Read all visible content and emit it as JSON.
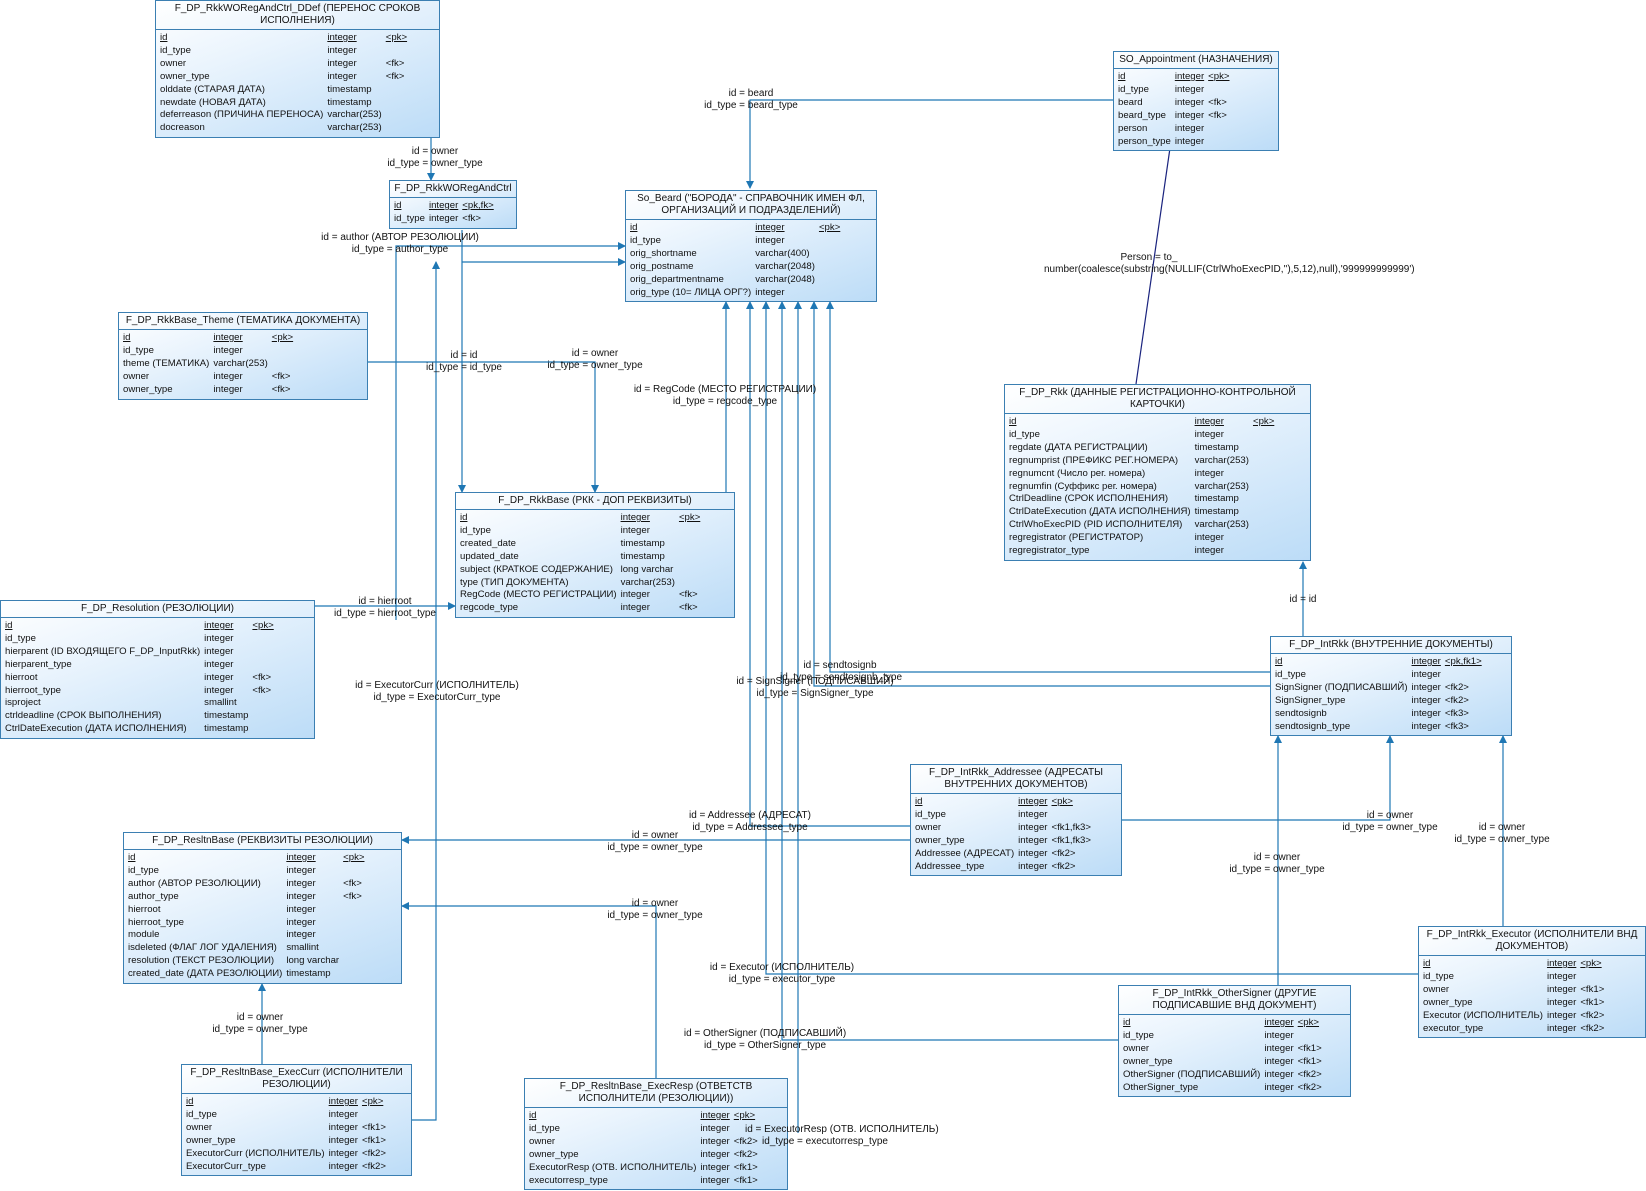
{
  "entities": [
    {
      "id": "ddef",
      "title": "F_DP_RkkWORegAndCtrl_DDef (ПЕРЕНОС СРОКОВ ИСПОЛНЕНИЯ)",
      "columns": [
        [
          "id",
          "integer",
          "<pk>"
        ],
        [
          "id_type",
          "integer",
          ""
        ],
        [
          "owner",
          "integer",
          "<fk>"
        ],
        [
          "owner_type",
          "integer",
          "<fk>"
        ],
        [
          "olddate (СТАРАЯ ДАТА)",
          "timestamp",
          ""
        ],
        [
          "newdate (НОВАЯ ДАТА)",
          "timestamp",
          ""
        ],
        [
          "deferreason (ПРИЧИНА ПЕРЕНОСА)",
          "varchar(253)",
          ""
        ],
        [
          "docreason",
          "varchar(253)",
          ""
        ]
      ]
    },
    {
      "id": "regctrl",
      "title": "F_DP_RkkWORegAndCtrl",
      "columns": [
        [
          "id",
          "integer",
          "<pk,fk>"
        ],
        [
          "id_type",
          "integer",
          "<fk>"
        ]
      ]
    },
    {
      "id": "beard",
      "title": "So_Beard (\"БОРОДА\" - СПРАВОЧНИК ИМЕН ФЛ, ОРГАНИЗАЦИЙ И ПОДРАЗДЕЛЕНИЙ)",
      "columns": [
        [
          "id",
          "integer",
          "<pk>"
        ],
        [
          "id_type",
          "integer",
          ""
        ],
        [
          "orig_shortname",
          "varchar(400)",
          ""
        ],
        [
          "orig_postname",
          "varchar(2048)",
          ""
        ],
        [
          "orig_departmentname",
          "varchar(2048)",
          ""
        ],
        [
          "orig_type (10= ЛИЦА ОРГ?)",
          "integer",
          ""
        ]
      ]
    },
    {
      "id": "appoint",
      "title": "SO_Appointment (НАЗНАЧЕНИЯ)",
      "columns": [
        [
          "id",
          "integer",
          "<pk>"
        ],
        [
          "id_type",
          "integer",
          ""
        ],
        [
          "beard",
          "integer",
          "<fk>"
        ],
        [
          "beard_type",
          "integer",
          "<fk>"
        ],
        [
          "person",
          "integer",
          ""
        ],
        [
          "person_type",
          "integer",
          ""
        ]
      ]
    },
    {
      "id": "theme",
      "title": "F_DP_RkkBase_Theme (ТЕМАТИКА ДОКУМЕНТА)",
      "columns": [
        [
          "id",
          "integer",
          "<pk>"
        ],
        [
          "id_type",
          "integer",
          ""
        ],
        [
          "theme (ТЕМАТИКА)",
          "varchar(253)",
          ""
        ],
        [
          "owner",
          "integer",
          "<fk>"
        ],
        [
          "owner_type",
          "integer",
          "<fk>"
        ]
      ]
    },
    {
      "id": "rkk",
      "title": "F_DP_Rkk (ДАННЫЕ РЕГИСТРАЦИОННО-КОНТРОЛЬНОЙ КАРТОЧКИ)",
      "columns": [
        [
          "id",
          "integer",
          "<pk>"
        ],
        [
          "id_type",
          "integer",
          ""
        ],
        [
          "regdate (ДАТА РЕГИСТРАЦИИ)",
          "timestamp",
          ""
        ],
        [
          "regnumprist (ПРЕФИКС РЕГ.НОМЕРА)",
          "varchar(253)",
          ""
        ],
        [
          "regnumcnt (Число рег. номера)",
          "integer",
          ""
        ],
        [
          "regnumfin (Суффикс рег. номера)",
          "varchar(253)",
          ""
        ],
        [
          "CtrlDeadline (СРОК ИСПОЛНЕНИЯ)",
          "timestamp",
          ""
        ],
        [
          "CtrlDateExecution (ДАТА ИСПОЛНЕНИЯ)",
          "timestamp",
          ""
        ],
        [
          "CtrlWhoExecPID (PID ИСПОЛНИТЕЛЯ)",
          "varchar(253)",
          ""
        ],
        [
          "regregistrator (РЕГИСТРАТОР)",
          "integer",
          ""
        ],
        [
          "regregistrator_type",
          "integer",
          ""
        ]
      ]
    },
    {
      "id": "rkkbase",
      "title": "F_DP_RkkBase (РКК - ДОП РЕКВИЗИТЫ)",
      "columns": [
        [
          "id",
          "integer",
          "<pk>"
        ],
        [
          "id_type",
          "integer",
          ""
        ],
        [
          "created_date",
          "timestamp",
          ""
        ],
        [
          "updated_date",
          "timestamp",
          ""
        ],
        [
          "subject (КРАТКОЕ СОДЕРЖАНИЕ)",
          "long varchar",
          ""
        ],
        [
          "type (ТИП ДОКУМЕНТА)",
          "varchar(253)",
          ""
        ],
        [
          "RegCode (МЕСТО РЕГИСТРАЦИИ)",
          "integer",
          "<fk>"
        ],
        [
          "regcode_type",
          "integer",
          "<fk>"
        ]
      ]
    },
    {
      "id": "resolution",
      "title": "F_DP_Resolution (РЕЗОЛЮЦИИ)",
      "columns": [
        [
          "id",
          "integer",
          "<pk>"
        ],
        [
          "id_type",
          "integer",
          ""
        ],
        [
          "hierparent (ID ВХОДЯЩЕГО F_DP_InputRkk)",
          "integer",
          ""
        ],
        [
          "hierparent_type",
          "integer",
          ""
        ],
        [
          "hierroot",
          "integer",
          "<fk>"
        ],
        [
          "hierroot_type",
          "integer",
          "<fk>"
        ],
        [
          "isproject",
          "smallint",
          ""
        ],
        [
          "ctrldeadline (СРОК ВЫПОЛНЕНИЯ)",
          "timestamp",
          ""
        ],
        [
          "CtrlDateExecution (ДАТА ИСПОЛНЕНИЯ)",
          "timestamp",
          ""
        ]
      ]
    },
    {
      "id": "intrkk",
      "title": "F_DP_IntRkk (ВНУТРЕННИЕ ДОКУМЕНТЫ)",
      "columns": [
        [
          "id",
          "integer",
          "<pk,fk1>"
        ],
        [
          "id_type",
          "integer",
          ""
        ],
        [
          "SignSigner (ПОДПИСАВШИЙ)",
          "integer",
          "<fk2>"
        ],
        [
          "SignSigner_type",
          "integer",
          "<fk2>"
        ],
        [
          "sendtosignb",
          "integer",
          "<fk3>"
        ],
        [
          "sendtosignb_type",
          "integer",
          "<fk3>"
        ]
      ]
    },
    {
      "id": "addressee",
      "title": "F_DP_IntRkk_Addressee (АДРЕСАТЫ ВНУТРЕННИХ ДОКУМЕНТОВ)",
      "columns": [
        [
          "id",
          "integer",
          "<pk>"
        ],
        [
          "id_type",
          "integer",
          ""
        ],
        [
          "owner",
          "integer",
          "<fk1,fk3>"
        ],
        [
          "owner_type",
          "integer",
          "<fk1,fk3>"
        ],
        [
          "Addressee (АДРЕСАТ)",
          "integer",
          "<fk2>"
        ],
        [
          "Addressee_type",
          "integer",
          "<fk2>"
        ]
      ]
    },
    {
      "id": "reslnbase",
      "title": "F_DP_ResltnBase (РЕКВИЗИТЫ РЕЗОЛЮЦИИ)",
      "columns": [
        [
          "id",
          "integer",
          "<pk>"
        ],
        [
          "id_type",
          "integer",
          ""
        ],
        [
          "author (АВТОР РЕЗОЛЮЦИИ)",
          "integer",
          "<fk>"
        ],
        [
          "author_type",
          "integer",
          "<fk>"
        ],
        [
          "hierroot",
          "integer",
          ""
        ],
        [
          "hierroot_type",
          "integer",
          ""
        ],
        [
          "module",
          "integer",
          ""
        ],
        [
          "isdeleted (ФЛАГ ЛОГ УДАЛЕНИЯ)",
          "smallint",
          ""
        ],
        [
          "resolution (ТЕКСТ РЕЗОЛЮЦИИ)",
          "long varchar",
          ""
        ],
        [
          "created_date (ДАТА РЕЗОЛЮЦИИ)",
          "timestamp",
          ""
        ]
      ]
    },
    {
      "id": "executor",
      "title": "F_DP_IntRkk_Executor (ИСПОЛНИТЕЛИ ВНД ДОКУМЕНТОВ)",
      "columns": [
        [
          "id",
          "integer",
          "<pk>"
        ],
        [
          "id_type",
          "integer",
          ""
        ],
        [
          "owner",
          "integer",
          "<fk1>"
        ],
        [
          "owner_type",
          "integer",
          "<fk1>"
        ],
        [
          "Executor (ИСПОЛНИТЕЛЬ)",
          "integer",
          "<fk2>"
        ],
        [
          "executor_type",
          "integer",
          "<fk2>"
        ]
      ]
    },
    {
      "id": "othersigner",
      "title": "F_DP_IntRkk_OtherSigner (ДРУГИЕ ПОДПИСАВШИЕ ВНД ДОКУМЕНТ)",
      "columns": [
        [
          "id",
          "integer",
          "<pk>"
        ],
        [
          "id_type",
          "integer",
          ""
        ],
        [
          "owner",
          "integer",
          "<fk1>"
        ],
        [
          "owner_type",
          "integer",
          "<fk1>"
        ],
        [
          "OtherSigner (ПОДПИСАВШИЙ)",
          "integer",
          "<fk2>"
        ],
        [
          "OtherSigner_type",
          "integer",
          "<fk2>"
        ]
      ]
    },
    {
      "id": "execcurr",
      "title": "F_DP_ResltnBase_ExecCurr (ИСПОЛНИТЕЛИ РЕЗОЛЮЦИИ)",
      "columns": [
        [
          "id",
          "integer",
          "<pk>"
        ],
        [
          "id_type",
          "integer",
          ""
        ],
        [
          "owner",
          "integer",
          "<fk1>"
        ],
        [
          "owner_type",
          "integer",
          "<fk1>"
        ],
        [
          "ExecutorCurr (ИСПОЛНИТЕЛЬ)",
          "integer",
          "<fk2>"
        ],
        [
          "ExecutorCurr_type",
          "integer",
          "<fk2>"
        ]
      ]
    },
    {
      "id": "execresp",
      "title": "F_DP_ResltnBase_ExecResp (ОТВЕТСТВ ИСПОЛНИТЕЛИ (РЕЗОЛЮЦИИ))",
      "columns": [
        [
          "id",
          "integer",
          "<pk>"
        ],
        [
          "id_type",
          "integer",
          ""
        ],
        [
          "owner",
          "integer",
          "<fk2>"
        ],
        [
          "owner_type",
          "integer",
          "<fk2>"
        ],
        [
          "ExecutorResp (ОТВ. ИСПОЛНИТЕЛЬ)",
          "integer",
          "<fk1>"
        ],
        [
          "executorresp_type",
          "integer",
          "<fk1>"
        ]
      ]
    }
  ],
  "labels": {
    "l_beard": "id = beard\nid_type = beard_type",
    "l_ddef": "id = owner\nid_type = owner_type",
    "l_author": "id = author (АВТОР РЕЗОЛЮЦИИ)\nid_type = author_type",
    "l_person": "Person = to_ number(coalesce(substring(NULLIF(CtrlWhoExecPID,''),5,12),null),'999999999999')",
    "l_idid": "id = id\nid_type = id_type",
    "l_theme": "id = owner\nid_type = owner_type",
    "l_regcode": "id = RegCode (МЕСТО РЕГИСТРАЦИИ)\nid_type = regcode_type",
    "l_hierroot": "id = hierroot\nid_type = hierroot_type",
    "l_rkkid": "id = id",
    "l_sendto": "id = sendtosignb\nid_type = sendtosignb_type",
    "l_signsigner": "id = SignSigner (ПОДПИСАВШИЙ)\nid_type = SignSigner_type",
    "l_execcurr": "id = ExecutorCurr (ИСПОЛНИТЕЛЬ)\nid_type = ExecutorCurr_type",
    "l_addressee": "id = Addressee (АДРЕСАТ)\nid_type = Addressee_type",
    "l_addr_owner": "id = owner\nid_type = owner_type",
    "l_resl_owner": "id = owner\nid_type = owner_type",
    "l_exec_owner": "id = owner\nid_type = owner_type",
    "l_other_owner": "id = owner\nid_type = owner_type",
    "l_resp_owner": "id = owner\nid_type = owner_type",
    "l_executor": "id = Executor (ИСПОЛНИТЕЛЬ)\nid_type = executor_type",
    "l_curr_owner": "id = owner\nid_type = owner_type",
    "l_othersigner": "id = OtherSigner (ПОДПИСАВШИЙ)\nid_type = OtherSigner_type",
    "l_execresp": "id = ExecutorResp (ОТВ. ИСПОЛНИТЕЛЬ)\nid_type = executorresp_type"
  },
  "colors": {
    "line": "#1f77b4",
    "personLine": "#1a237e",
    "border": "#3b7fb2"
  }
}
